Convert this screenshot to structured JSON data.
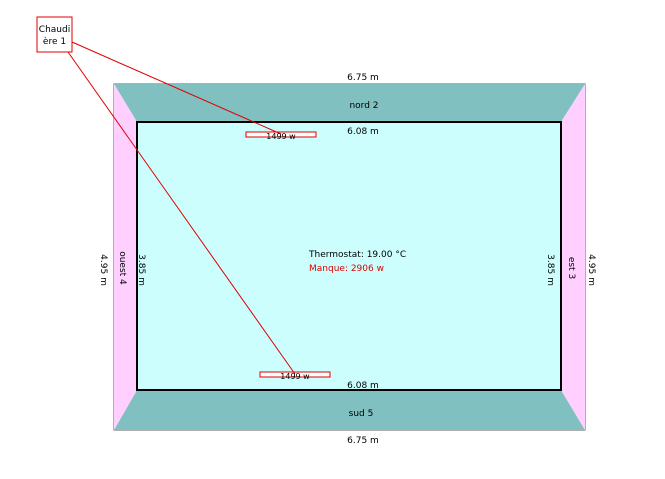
{
  "boiler": {
    "line1": "Chaudi",
    "line2": "ère 1"
  },
  "walls": {
    "north": "nord 2",
    "south": "sud 5",
    "east": "est 3",
    "west": "ouest 4"
  },
  "dimensions": {
    "outer_top": "6.75 m",
    "outer_bottom": "6.75 m",
    "outer_left": "4.95 m",
    "outer_right": "4.95 m",
    "inner_top": "6.08 m",
    "inner_bottom": "6.08 m",
    "inner_left": "3.85 m",
    "inner_right": "3.85 m"
  },
  "radiators": {
    "top": "1499 w",
    "bottom": "1499 w"
  },
  "room": {
    "thermostat": "Thermostat: 19.00 °C",
    "shortfall": "Manque: 2906 w"
  },
  "colors": {
    "north_south_wall": "#80c0c0",
    "east_west_wall": "#ffd0ff",
    "room_floor": "#ccfefe",
    "pipe": "#e00000",
    "shortfall_text": "#e00000"
  }
}
